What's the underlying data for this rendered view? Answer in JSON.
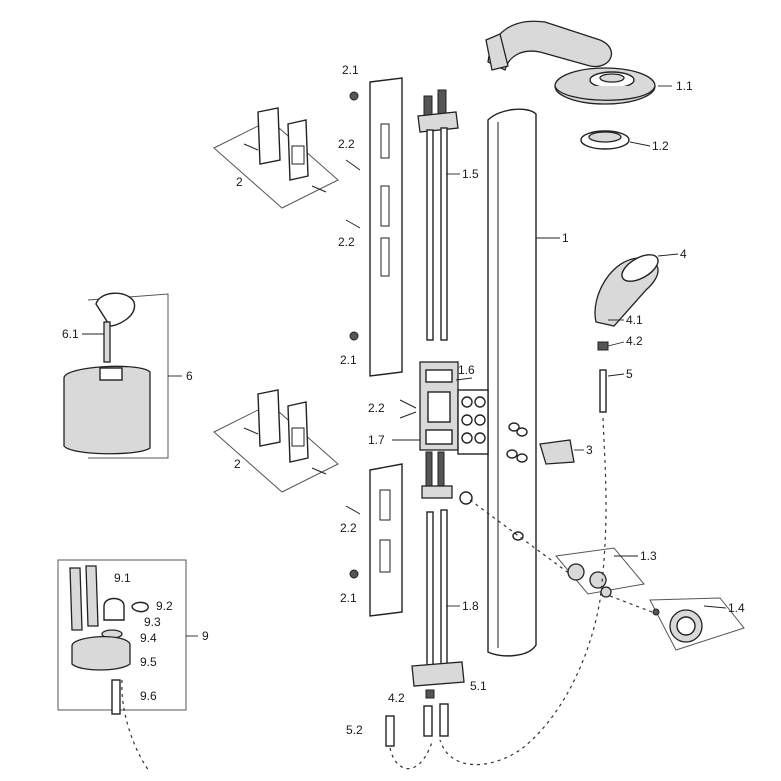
{
  "labels": {
    "p1": "1",
    "p1_1": "1.1",
    "p1_2": "1.2",
    "p1_3": "1.3",
    "p1_4": "1.4",
    "p1_5": "1.5",
    "p1_6": "1.6",
    "p1_7": "1.7",
    "p1_8": "1.8",
    "p2a": "2",
    "p2b": "2",
    "p2_1a": "2.1",
    "p2_1b": "2.1",
    "p2_1c": "2.1",
    "p2_2a": "2.2",
    "p2_2b": "2.2",
    "p2_2c": "2.2",
    "p2_2d": "2.2",
    "p3": "3",
    "p4": "4",
    "p4_1": "4.1",
    "p4_2a": "4.2",
    "p4_2b": "4.2",
    "p5": "5",
    "p5_1": "5.1",
    "p5_2": "5.2",
    "p6": "6",
    "p6_1": "6.1",
    "p9": "9",
    "p9_1": "9.1",
    "p9_2": "9.2",
    "p9_3": "9.3",
    "p9_4": "9.4",
    "p9_5": "9.5",
    "p9_6": "9.6"
  }
}
